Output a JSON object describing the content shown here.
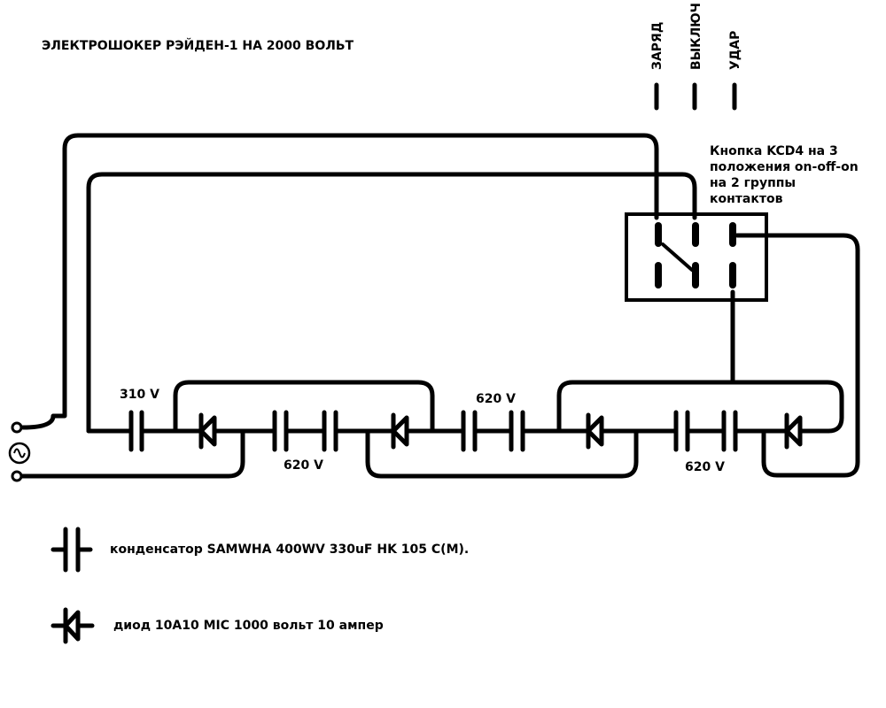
{
  "title": "ЭЛЕКТРОШОКЕР РЭЙДЕН-1 НА 2000 ВОЛЬТ",
  "switch_positions": {
    "charge": "ЗАРЯД",
    "off": "ВЫКЛЮЧ",
    "strike": "УДАР"
  },
  "switch_note": [
    "Кнопка KCD4 на 3",
    "положения on-off-on",
    "на 2 группы",
    "контактов"
  ],
  "voltages": {
    "c1": "310 V",
    "c2": "620 V",
    "c3": "620 V",
    "c4": "620 V"
  },
  "legend": {
    "capacitor": "конденсатор SAMWHA 400WV 330uF HK 105 C(M).",
    "diode": "диод 10A10 MIC 1000 вольт 10 ампер"
  },
  "icons": {
    "ac_source": "ac-source-icon",
    "capacitor": "capacitor-icon",
    "diode": "diode-icon"
  }
}
